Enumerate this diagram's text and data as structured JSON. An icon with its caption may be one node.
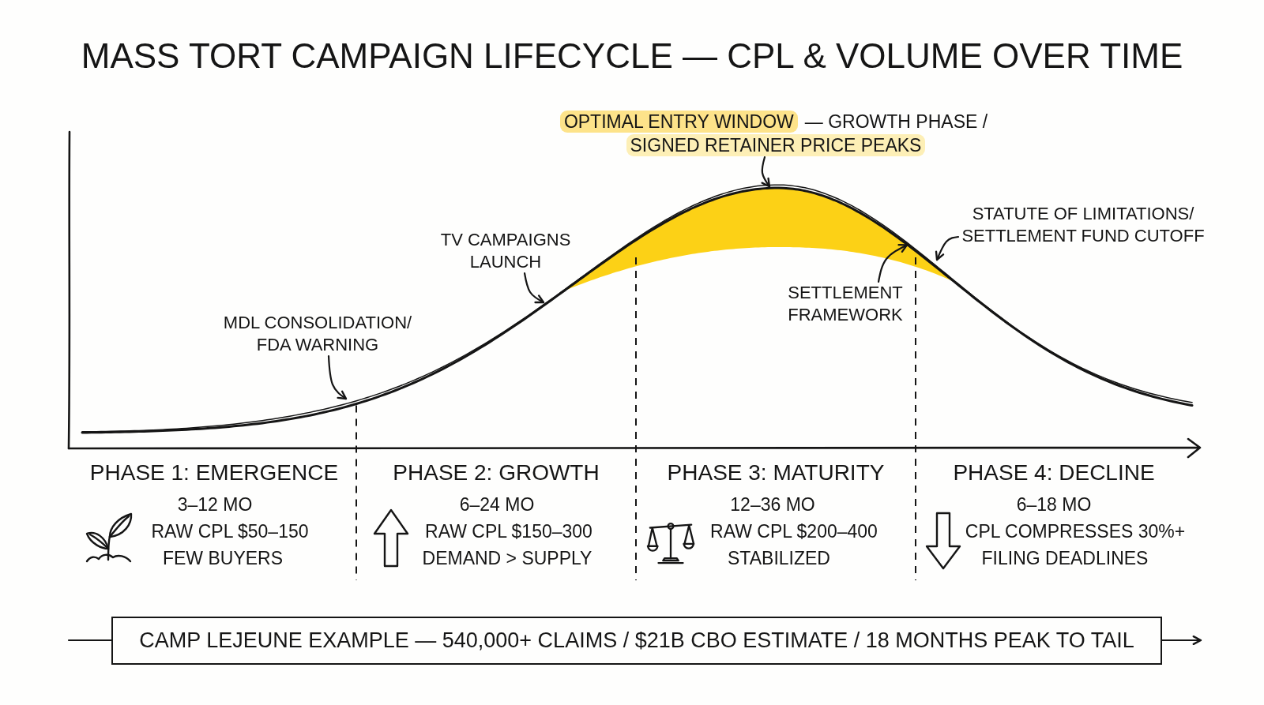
{
  "diagram": {
    "title": "MASS TORT CAMPAIGN LIFECYCLE — CPL & VOLUME OVER TIME",
    "nodes": [
      {
        "text": [
          "OPTIMAL ENTRY WINDOW",
          "— GROWTH PHASE /",
          "SIGNED RETAINER PRICE PEAKS"
        ]
      },
      {
        "text": [
          "TV CAMPAIGNS LAUNCH"
        ]
      },
      {
        "text": [
          "MDL CONSOLIDATION/ FDA WARNING"
        ]
      },
      {
        "text": [
          "SETTLEMENT FRAMEWORK"
        ]
      },
      {
        "text": [
          "STATUTE OF LIMITATIONS/ SETTLEMENT FUND CUTOFF"
        ]
      },
      {
        "text": [
          "CAMP LEJEUNE EXAMPLE — 540,000+ CLAIMS / $21B CBO ESTIMATE / 18 MONTHS PEAK TO TAIL"
        ]
      },
      {
        "text": [],
        "shape": "band"
      }
    ],
    "edges": [
      {
        "from": 0,
        "to": 6,
        "arrow": "to"
      },
      {
        "from": 1,
        "to": null,
        "arrow": "to"
      },
      {
        "from": 2,
        "to": null,
        "arrow": "to"
      },
      {
        "from": 3,
        "to": 6,
        "arrow": "to"
      },
      {
        "from": 4,
        "to": null,
        "arrow": "to"
      },
      {
        "from": null,
        "to": 5,
        "arrow": "none"
      },
      {
        "from": 5,
        "to": null,
        "arrow": "to"
      }
    ],
    "labels": [
      "PHASE 1: EMERGENCE",
      "3–12 MO",
      "RAW CPL $50–150",
      "FEW BUYERS",
      "PHASE 2: GROWTH",
      "6–24 MO",
      "RAW CPL $150–300",
      "DEMAND > SUPPLY",
      "PHASE 3: MATURITY",
      "12–36 MO",
      "RAW CPL $200–400",
      "STABILIZED",
      "PHASE 4: DECLINE",
      "6–18 MO",
      "CPL COMPRESSES 30%+",
      "FILING DEADLINES"
    ]
  }
}
